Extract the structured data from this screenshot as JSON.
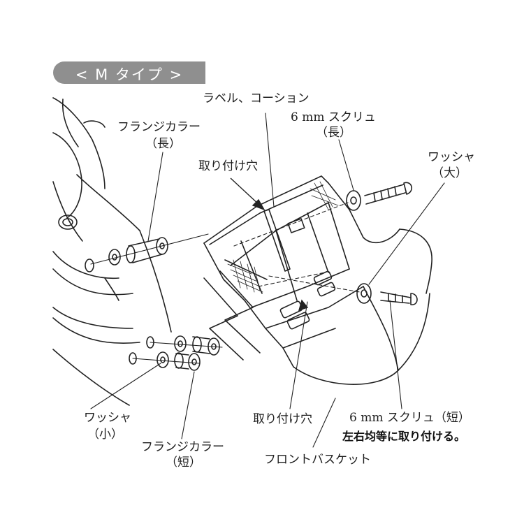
{
  "badge": {
    "title": "< M タイプ >"
  },
  "labels": {
    "label_caution": "ラベル、コーション",
    "screw_long": "6 mm スクリュ",
    "screw_long_sub": "（長）",
    "flange_long": "フランジカラー",
    "flange_long_sub": "（長）",
    "washer_large": "ワッシャ",
    "washer_large_sub": "（大）",
    "mount_hole_top": "取り付け穴",
    "washer_small": "ワッシャ",
    "washer_small_sub": "（小）",
    "flange_short": "フランジカラー",
    "flange_short_sub": "（短）",
    "mount_hole_bottom": "取り付け穴",
    "screw_short": "6 mm スクリュ（短）",
    "front_basket": "フロントバスケット"
  },
  "note": {
    "text": "左右均等に取り付ける。"
  }
}
